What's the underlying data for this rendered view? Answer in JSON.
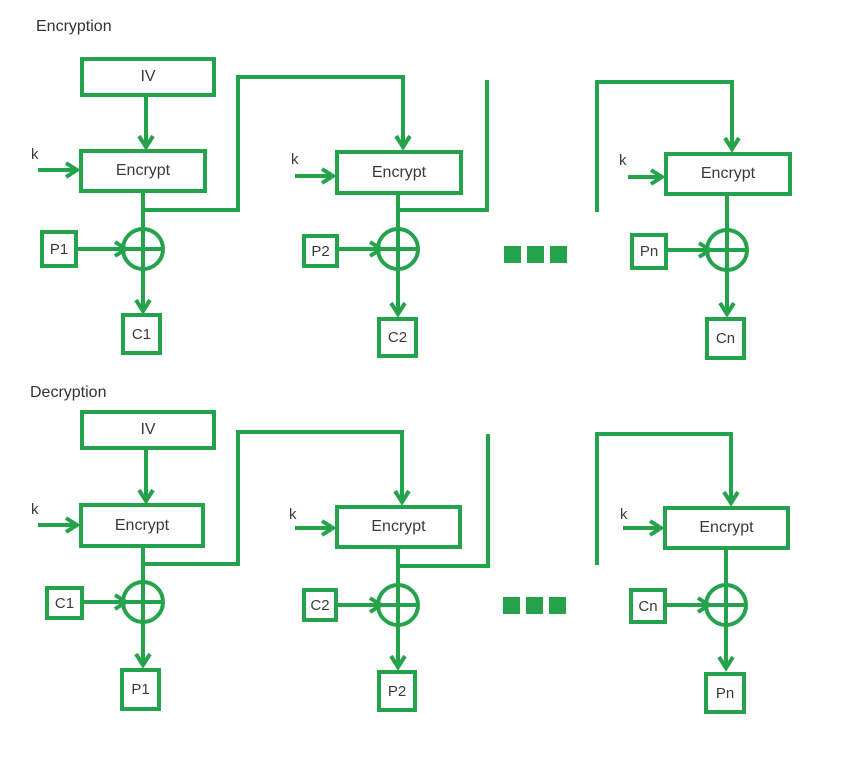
{
  "colors": {
    "accent_green": "#24a24c",
    "text": "#3a3a3a",
    "background": "#ffffff"
  },
  "icons": {
    "xor": "xor-circle-icon",
    "ellipsis": "ellipsis-squares-icon"
  },
  "encryption": {
    "title": "Encryption",
    "iv_label": "IV",
    "key_label": "k",
    "block_label": "Encrypt",
    "stages": [
      {
        "input": "P1",
        "output": "C1"
      },
      {
        "input": "P2",
        "output": "C2"
      },
      {
        "input": "Pn",
        "output": "Cn"
      }
    ]
  },
  "decryption": {
    "title": "Decryption",
    "iv_label": "IV",
    "key_label": "k",
    "block_label": "Encrypt",
    "stages": [
      {
        "input": "C1",
        "output": "P1"
      },
      {
        "input": "C2",
        "output": "P2"
      },
      {
        "input": "Cn",
        "output": "Pn"
      }
    ]
  }
}
